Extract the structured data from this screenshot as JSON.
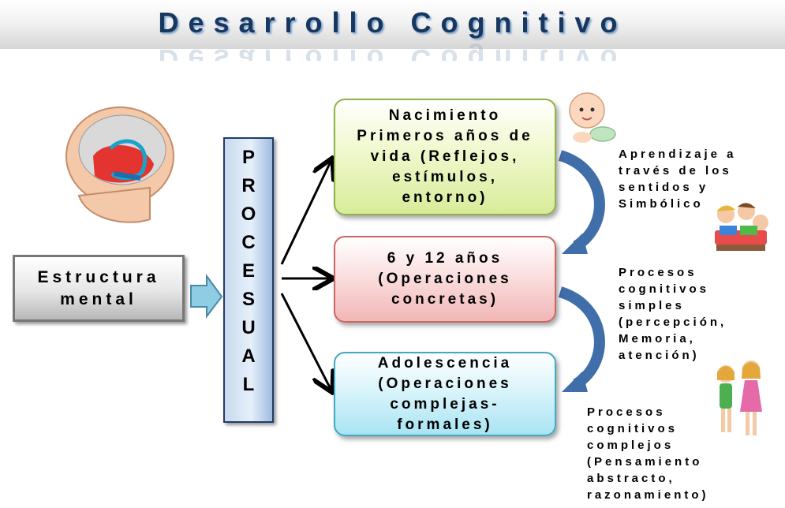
{
  "title": "Desarrollo Cognitivo",
  "root": {
    "label": "Estructura mental"
  },
  "hub": {
    "label": "PROCESUAL"
  },
  "stages": [
    {
      "label": "Nacimiento Primeros años de vida (Reflejos, estímulos, entorno)"
    },
    {
      "label": "6 y 12 años (Operaciones concretas)"
    },
    {
      "label": "Adolescencia (Operaciones complejas-formales)"
    }
  ],
  "notes": [
    {
      "label": "Aprendizaje a través de los sentidos y Simbólico"
    },
    {
      "label": "Procesos cognitivos simples (percepción, Memoria, atención)"
    },
    {
      "label": "Procesos cognitivos complejos (Pensamiento abstracto, razonamiento)"
    }
  ],
  "colors": {
    "title": "#17375e",
    "stage1": "#d8ec9a",
    "stage2": "#f2b6b6",
    "stage3": "#a9e4f3",
    "hub": "#c8d9ee",
    "curve_arrow": "#3f6ea8"
  },
  "icons": [
    "brain-illustration",
    "baby-icon",
    "kids-reading-icon",
    "girls-icon"
  ]
}
